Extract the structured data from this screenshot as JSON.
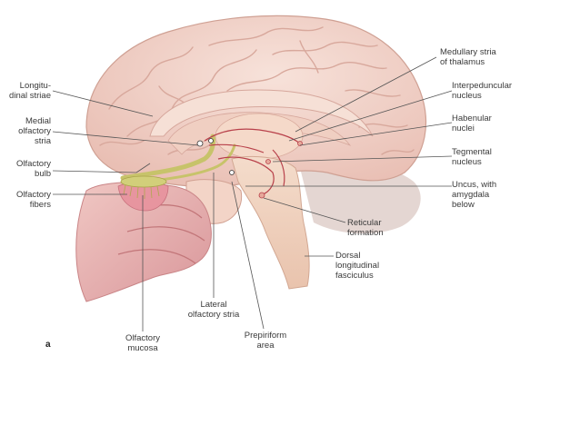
{
  "panel_letter": "a",
  "labels": {
    "longitudinal_striae": "Longitu-\ndinal striae",
    "medial_olfactory_stria": "Medial\nolfactory\nstria",
    "olfactory_bulb": "Olfactory\nbulb",
    "olfactory_fibers": "Olfactory\nfibers",
    "medullary_stria": "Medullary stria\nof thalamus",
    "interpeduncular_nucleus": "Interpeduncular\nnucleus",
    "habenular_nuclei": "Habenular\nnuclei",
    "tegmental_nucleus": "Tegmental\nnucleus",
    "uncus": "Uncus, with\namygdala\nbelow",
    "reticular_formation": "Reticular\nformation",
    "dorsal_longitudinal_fasciculus": "Dorsal\nlongitudinal\nfasciculus",
    "lateral_olfactory_stria": "Lateral\nolfactory stria",
    "olfactory_mucosa": "Olfactory\nmucosa",
    "prepiriform_area": "Prepiriform\narea"
  },
  "colors": {
    "cortex": "#f1cfc6",
    "gyri_outline": "#d9a99e",
    "inner": "#f6ddd2",
    "brainstem": "#f2d3c0",
    "nasal": "#e8b3b2",
    "olfactory_tract": "#c9c56a",
    "pathway": "#b8404a",
    "leader": "#555555"
  }
}
